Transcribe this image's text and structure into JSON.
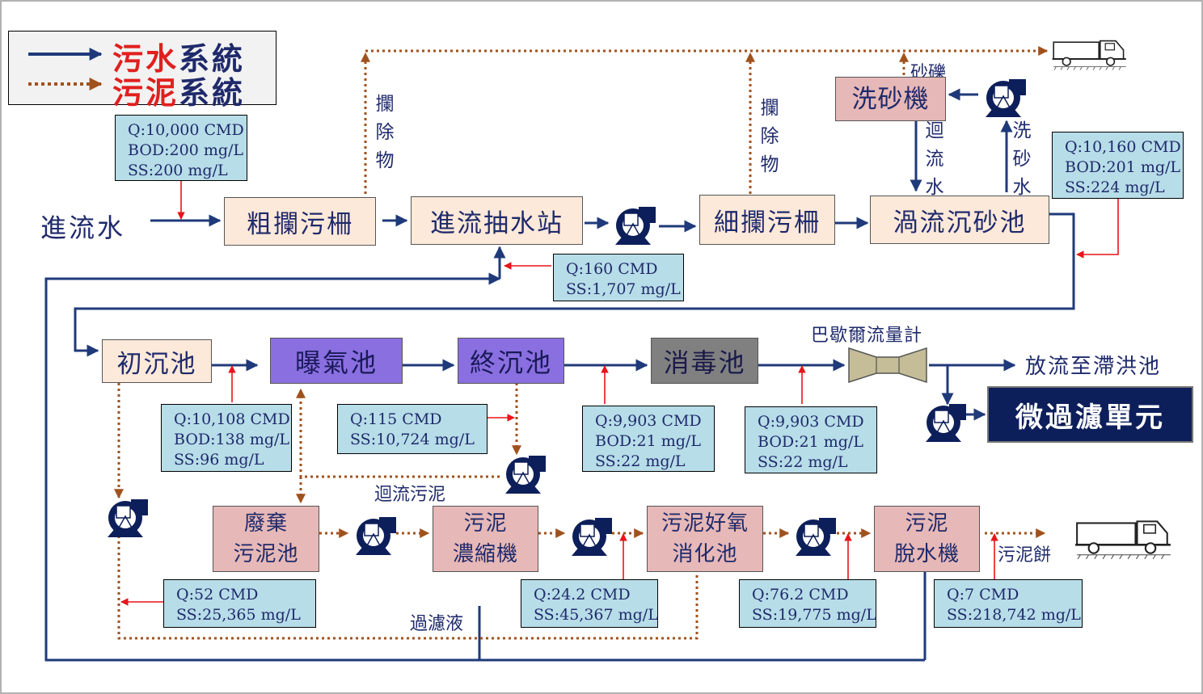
{
  "legend": {
    "sewage_a": "污水",
    "sewage_b": "系統",
    "sludge_a": "污泥",
    "sludge_b": "系統"
  },
  "colors": {
    "sewage_line": "#1f3a7a",
    "sludge_line": "#a0521d",
    "callout_arrow": "#e8141a",
    "info_box": "#b7dde8",
    "facility_pink": "#fde9d9",
    "sludge_box": "#e6b8b7",
    "aeration_box": "#8a6fe0",
    "disinfection_box": "#808080",
    "micro_filter_box": "#0d1f5a"
  },
  "labels": {
    "influent": "進流水",
    "screenings_1": "攔除物",
    "screenings_2": "攔除物",
    "grit": "砂礫",
    "return_water": "迴流水",
    "grit_wash_water": "洗砂水",
    "parshall_flume": "巴歇爾流量計",
    "discharge": "放流至滯洪池",
    "return_sludge": "迴流污泥",
    "filtrate": "過濾液",
    "sludge_cake": "污泥餅"
  },
  "units": {
    "coarse_screen": "粗攔污柵",
    "influent_pump_station": "進流抽水站",
    "fine_screen": "細攔污柵",
    "vortex_grit": "渦流沉砂池",
    "sand_washer": "洗砂機",
    "primary_clarifier": "初沉池",
    "aeration_tank": "曝氣池",
    "final_clarifier": "終沉池",
    "disinfection_tank": "消毒池",
    "micro_filter": "微過濾單元",
    "waste_sludge_tank_1": "廢棄",
    "waste_sludge_tank_2": "污泥池",
    "sludge_thickener_1": "污泥",
    "sludge_thickener_2": "濃縮機",
    "aerobic_digester_1": "污泥好氧",
    "aerobic_digester_2": "消化池",
    "sludge_dewatering_1": "污泥",
    "sludge_dewatering_2": "脫水機"
  },
  "info": {
    "influent": [
      "Q:10,000 CMD",
      "BOD:200 mg/L",
      "SS:200 mg/L"
    ],
    "pump_station": [
      "Q:160  CMD",
      "SS:1,707 mg/L"
    ],
    "grit_effluent": [
      "Q:10,160 CMD",
      "BOD:201 mg/L",
      "SS:224 mg/L"
    ],
    "primary_effluent": [
      "Q:10,108 CMD",
      "BOD:138 mg/L",
      "SS:96 mg/L"
    ],
    "return_sludge": [
      "Q:115 CMD",
      "SS:10,724 mg/L"
    ],
    "final_effluent": [
      "Q:9,903 CMD",
      "BOD:21 mg/L",
      "SS:22 mg/L"
    ],
    "disinfected": [
      "Q:9,903 CMD",
      "BOD:21 mg/L",
      "SS:22 mg/L"
    ],
    "primary_sludge": [
      "Q:52 CMD",
      "SS:25,365 mg/L"
    ],
    "thickened": [
      "Q:24.2 CMD",
      "SS:45,367 mg/L"
    ],
    "digested": [
      "Q:76.2 CMD",
      "SS:19,775 mg/L"
    ],
    "cake": [
      "Q:7 CMD",
      "SS:218,742 mg/L"
    ]
  },
  "icons": [
    "pump-icon",
    "truck-icon",
    "venturi-flowmeter-icon"
  ]
}
